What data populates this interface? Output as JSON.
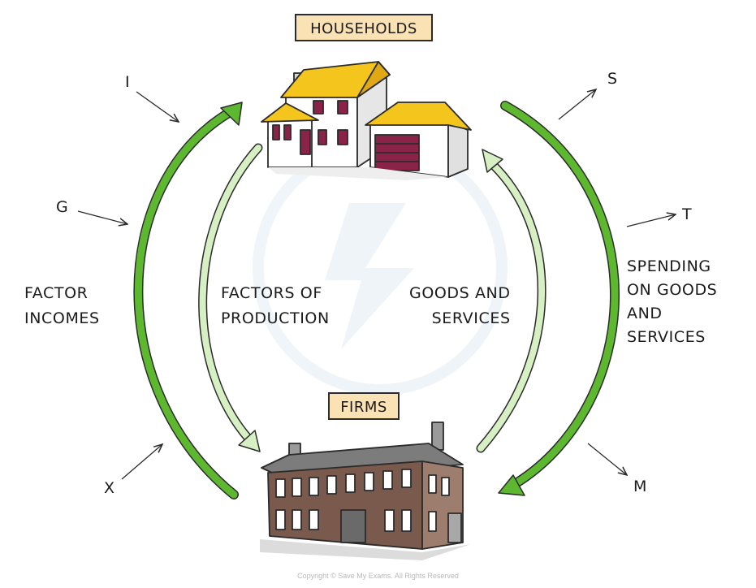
{
  "labels": {
    "households": "HOUSEHOLDS",
    "firms": "FIRMS"
  },
  "flows": {
    "factor_incomes": [
      "FACTOR",
      "INCOMES"
    ],
    "factors_of_production": [
      "FACTORS OF",
      "PRODUCTION"
    ],
    "goods_and_services": [
      "GOODS AND",
      "SERVICES"
    ],
    "spending": [
      "SPENDING",
      "ON GOODS",
      "AND",
      "SERVICES"
    ]
  },
  "injections": {
    "i": "I",
    "g": "G",
    "x": "X"
  },
  "withdrawals": {
    "s": "S",
    "t": "T",
    "m": "M"
  },
  "copyright": "Copyright © Save My Exams. All Rights Reserved",
  "colors": {
    "outer_arrow": "#5db82f",
    "inner_arrow": "#d6f0c3",
    "label_box": "#fbe2b4",
    "roof": "#f4c51c",
    "door": "#8b2247",
    "brick": "#7a5a4c"
  },
  "icons": [
    "house-icon",
    "factory-icon"
  ]
}
